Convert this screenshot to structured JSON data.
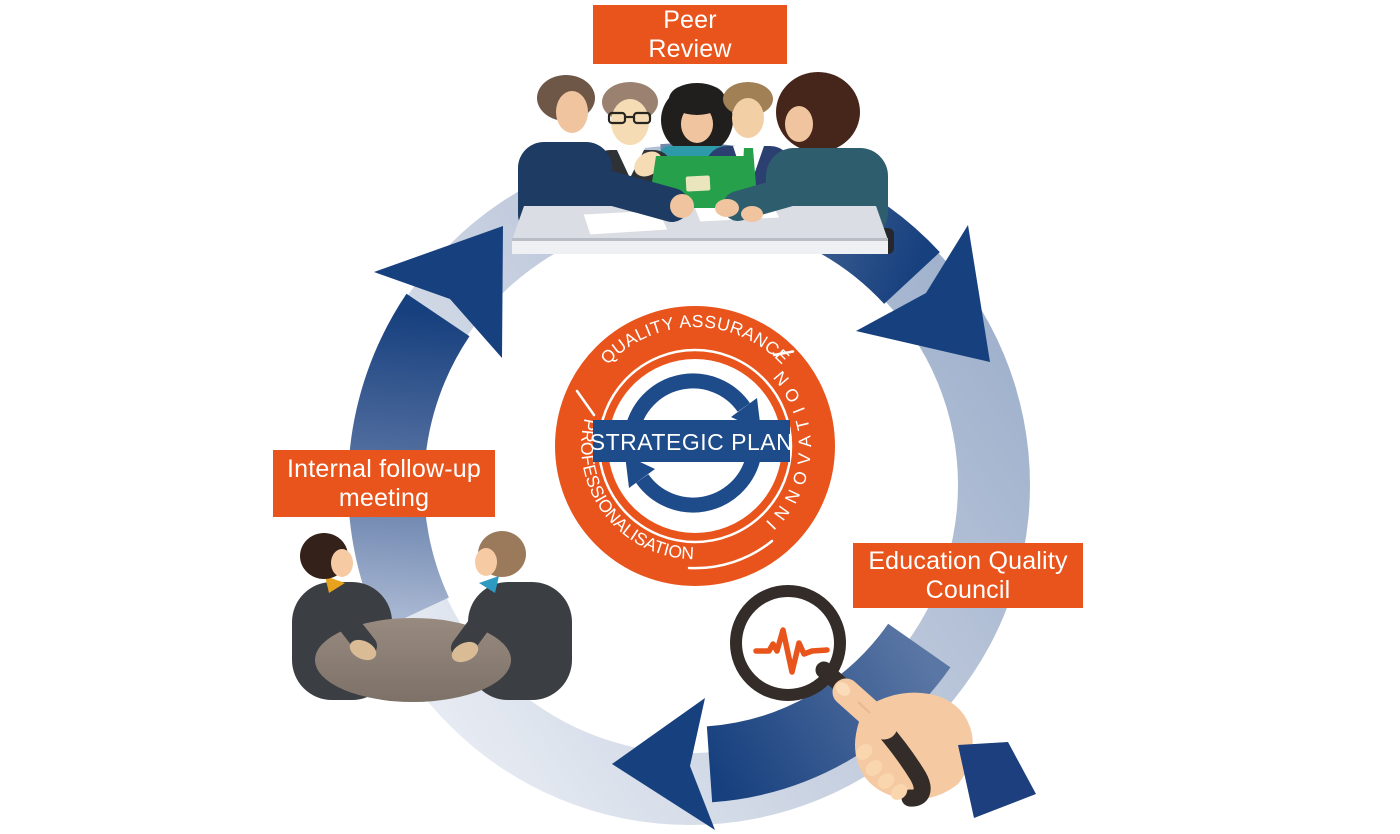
{
  "figure": {
    "type": "quality-assurance-cycle-diagram",
    "badge": {
      "arc_top": "QUALITY ASSURANCE",
      "arc_left": "PROFESSIONALISATION",
      "arc_right": "INNOVATION",
      "center": "STRATEGIC PLAN"
    },
    "stages": {
      "top": {
        "line1": "Peer",
        "line2": "Review",
        "illustration": "five-people-table-meeting"
      },
      "right": {
        "line1": "Education Quality",
        "line2": "Council",
        "illustration": "hand-magnifier-pulse"
      },
      "left": {
        "line1": "Internal follow-up",
        "line2": "meeting",
        "illustration": "two-people-round-table"
      }
    },
    "colors": {
      "accent_orange": "#E8541C",
      "arrow_navy": "#17407E",
      "badge_box_blue": "#1E4B8A",
      "ring_light_blue": "#C3CDDE",
      "laptop_green": "#27A04B",
      "tie_green": "#27A04B",
      "sleeve_navy": "#1D3F7D"
    }
  }
}
